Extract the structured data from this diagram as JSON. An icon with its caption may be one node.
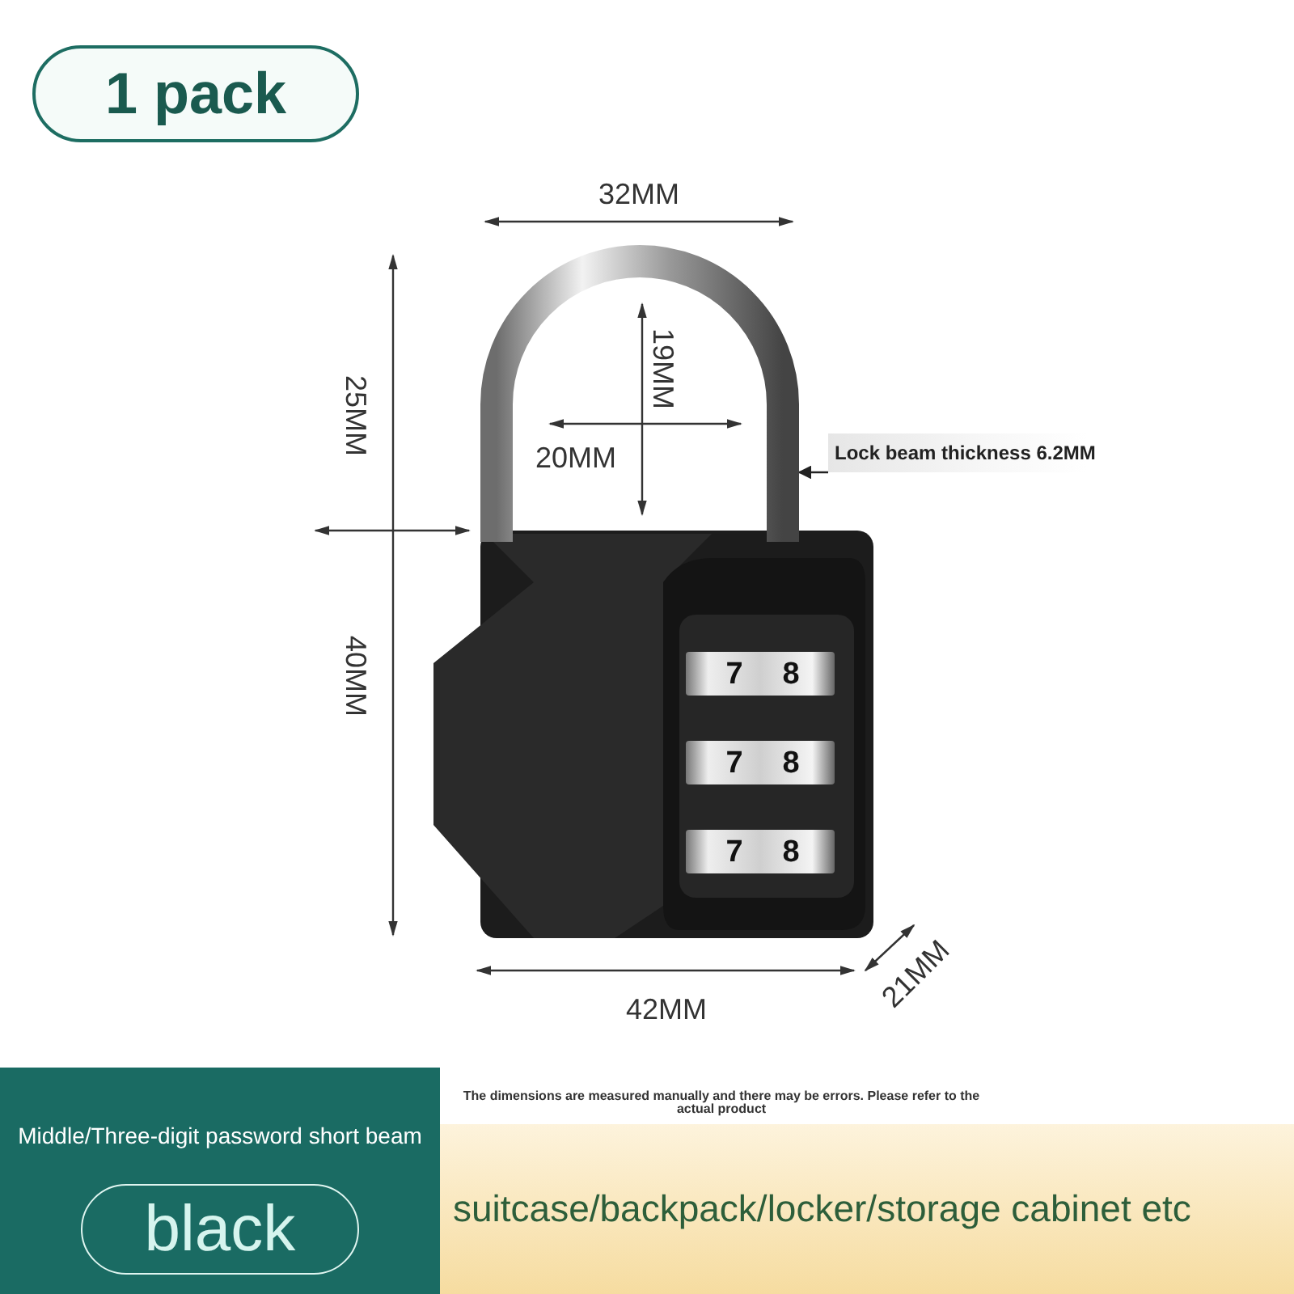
{
  "diagram": {
    "nodes": [
      {
        "text": [
          "1 pack"
        ]
      },
      {
        "text": [
          "Lock beam thickness 6.2MM"
        ]
      },
      {
        "text": [],
        "shape": "picture"
      },
      {
        "text": [
          "Middle/Three-digit password short beam"
        ]
      },
      {
        "text": [
          "black"
        ],
        "in": 3
      },
      {
        "text": [
          "suitcase/backpack/locker/storage cabinet etc"
        ]
      }
    ],
    "edges": [
      {
        "from": 1,
        "to": 2,
        "arrow": "to"
      }
    ],
    "labels": [
      "32MM",
      "25MM",
      "19MM",
      "20MM",
      "40MM",
      "7",
      "8",
      "7",
      "8",
      "7",
      "8",
      "42MM",
      "21MM",
      "The dimensions are measured manually and there may be errors. Please refer to the actual product"
    ]
  }
}
